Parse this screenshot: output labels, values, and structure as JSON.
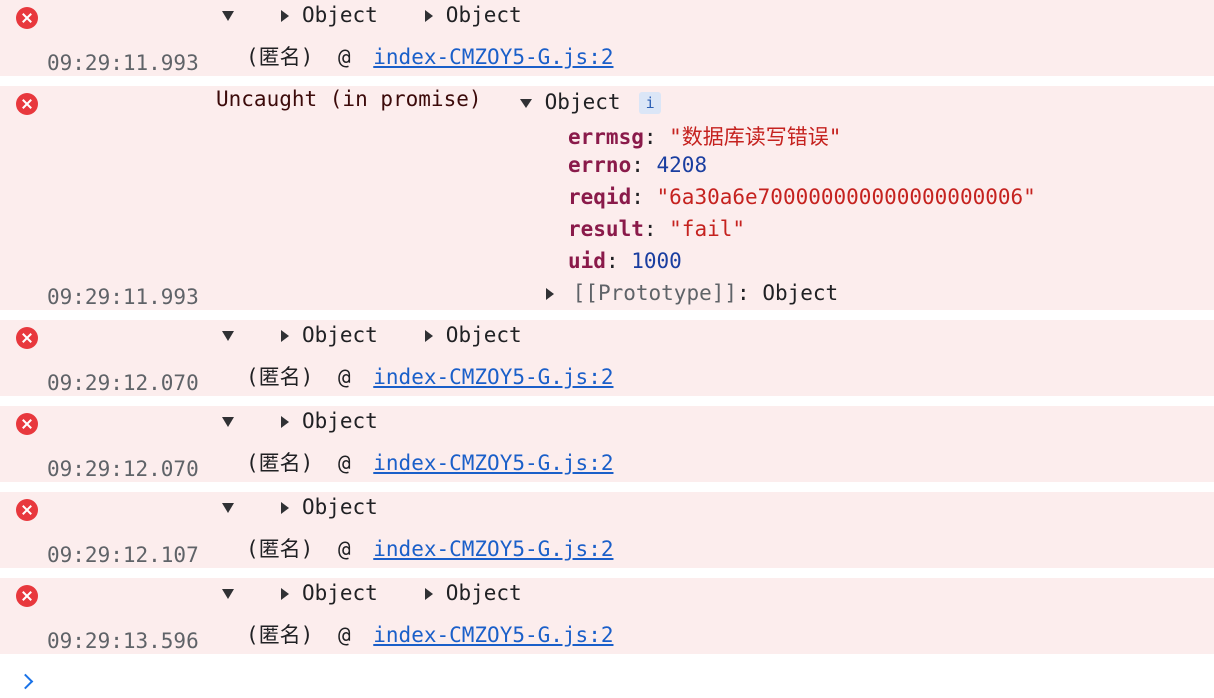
{
  "messages": [
    {
      "timestamp": "09:29:11.993",
      "objects": [
        "Object",
        "Object"
      ],
      "anon": "(匿名)",
      "at": "@",
      "link": "index-CMZOY5-G.js:2"
    },
    {
      "timestamp": "09:29:11.993",
      "prefix": "Uncaught (in promise)",
      "object_label": "Object",
      "info": "i",
      "props": [
        {
          "key": "errmsg",
          "value": "\"数据库读写错误\"",
          "type": "str"
        },
        {
          "key": "errno",
          "value": "4208",
          "type": "num"
        },
        {
          "key": "reqid",
          "value": "\"6a30a6e700000000000000000006\"",
          "type": "str"
        },
        {
          "key": "result",
          "value": "\"fail\"",
          "type": "str"
        },
        {
          "key": "uid",
          "value": "1000",
          "type": "num"
        }
      ],
      "prototype_key": "[[Prototype]]",
      "prototype_value": "Object"
    },
    {
      "timestamp": "09:29:12.070",
      "objects": [
        "Object",
        "Object"
      ],
      "anon": "(匿名)",
      "at": "@",
      "link": "index-CMZOY5-G.js:2"
    },
    {
      "timestamp": "09:29:12.070",
      "objects": [
        "Object"
      ],
      "anon": "(匿名)",
      "at": "@",
      "link": "index-CMZOY5-G.js:2"
    },
    {
      "timestamp": "09:29:12.107",
      "objects": [
        "Object"
      ],
      "anon": "(匿名)",
      "at": "@",
      "link": "index-CMZOY5-G.js:2"
    },
    {
      "timestamp": "09:29:13.596",
      "objects": [
        "Object",
        "Object"
      ],
      "anon": "(匿名)",
      "at": "@",
      "link": "index-CMZOY5-G.js:2"
    }
  ],
  "colors": {
    "error_bg": "#fceded",
    "error_icon": "#e8383d",
    "link": "#1a5fc9",
    "key": "#8a1a4a",
    "string": "#c5221f",
    "number": "#1a3ea0"
  }
}
